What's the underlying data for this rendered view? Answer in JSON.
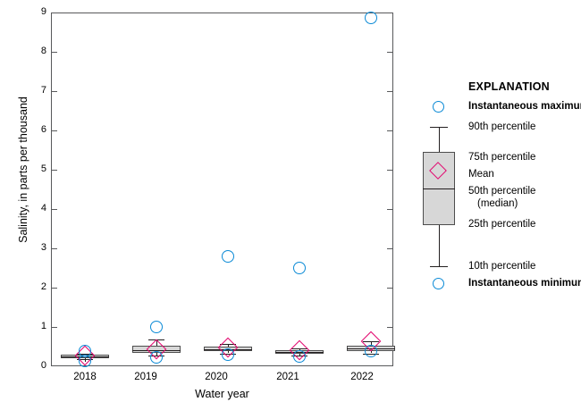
{
  "chart_data": {
    "type": "box",
    "title": "",
    "xlabel": "Water year",
    "ylabel": "Salinity, in parts per thousand",
    "ylim": [
      0,
      9
    ],
    "yticks": [
      0,
      1,
      2,
      3,
      4,
      5,
      6,
      7,
      8,
      9
    ],
    "ytick_labels": [
      "0",
      "1",
      "2",
      "3",
      "4",
      "5",
      "6",
      "7",
      "8",
      "9"
    ],
    "grid": false,
    "categories": [
      "2018",
      "2019",
      "2020",
      "2021",
      "2022"
    ],
    "colors": {
      "box_fill": "#d7d7d7",
      "box_edge": "#4d4d4d",
      "whisker": "#231f20",
      "instantaneous_marker": "#0b8ad6",
      "mean_marker": "#e3066f",
      "axis": "#58595b"
    },
    "boxes": [
      {
        "category": "2018",
        "instantaneous_maximum": 0.42,
        "p90": 0.33,
        "p75": 0.3,
        "mean": 0.27,
        "median": 0.25,
        "p25": 0.2,
        "p10": 0.18,
        "instantaneous_minimum": 0.13
      },
      {
        "category": "2019",
        "instantaneous_maximum": 1.0,
        "p90": 0.68,
        "p75": 0.52,
        "mean": 0.44,
        "median": 0.42,
        "p25": 0.34,
        "p10": 0.27,
        "instantaneous_minimum": 0.22
      },
      {
        "category": "2020",
        "instantaneous_maximum": 2.8,
        "p90": 0.57,
        "p75": 0.5,
        "mean": 0.48,
        "median": 0.44,
        "p25": 0.38,
        "p10": 0.33,
        "instantaneous_minimum": 0.29
      },
      {
        "category": "2021",
        "instantaneous_maximum": 2.5,
        "p90": 0.46,
        "p75": 0.41,
        "mean": 0.4,
        "median": 0.36,
        "p25": 0.31,
        "p10": 0.27,
        "instantaneous_minimum": 0.25
      },
      {
        "category": "2022",
        "instantaneous_maximum": 8.85,
        "p90": 0.63,
        "p75": 0.53,
        "mean": 0.63,
        "median": 0.45,
        "p25": 0.38,
        "p10": 0.33,
        "instantaneous_minimum": 0.39
      }
    ]
  },
  "axes": {
    "y_title": "Salinity, in parts per thousand",
    "x_title": "Water year",
    "y_tick_labels": [
      "9",
      "8",
      "7",
      "6",
      "5",
      "4",
      "3",
      "2",
      "1",
      "0"
    ],
    "x_tick_labels": [
      "2018",
      "2019",
      "2020",
      "2021",
      "2022"
    ]
  },
  "legend": {
    "title": "EXPLANATION",
    "items": {
      "instantaneous_maximum": "Instantaneous maximum",
      "p90": "90th percentile",
      "p75": "75th percentile",
      "mean": "Mean",
      "p50": "50th percentile",
      "p50_sub": "(median)",
      "p25": "25th percentile",
      "p10": "10th percentile",
      "instantaneous_minimum": "Instantaneous minimum"
    }
  }
}
